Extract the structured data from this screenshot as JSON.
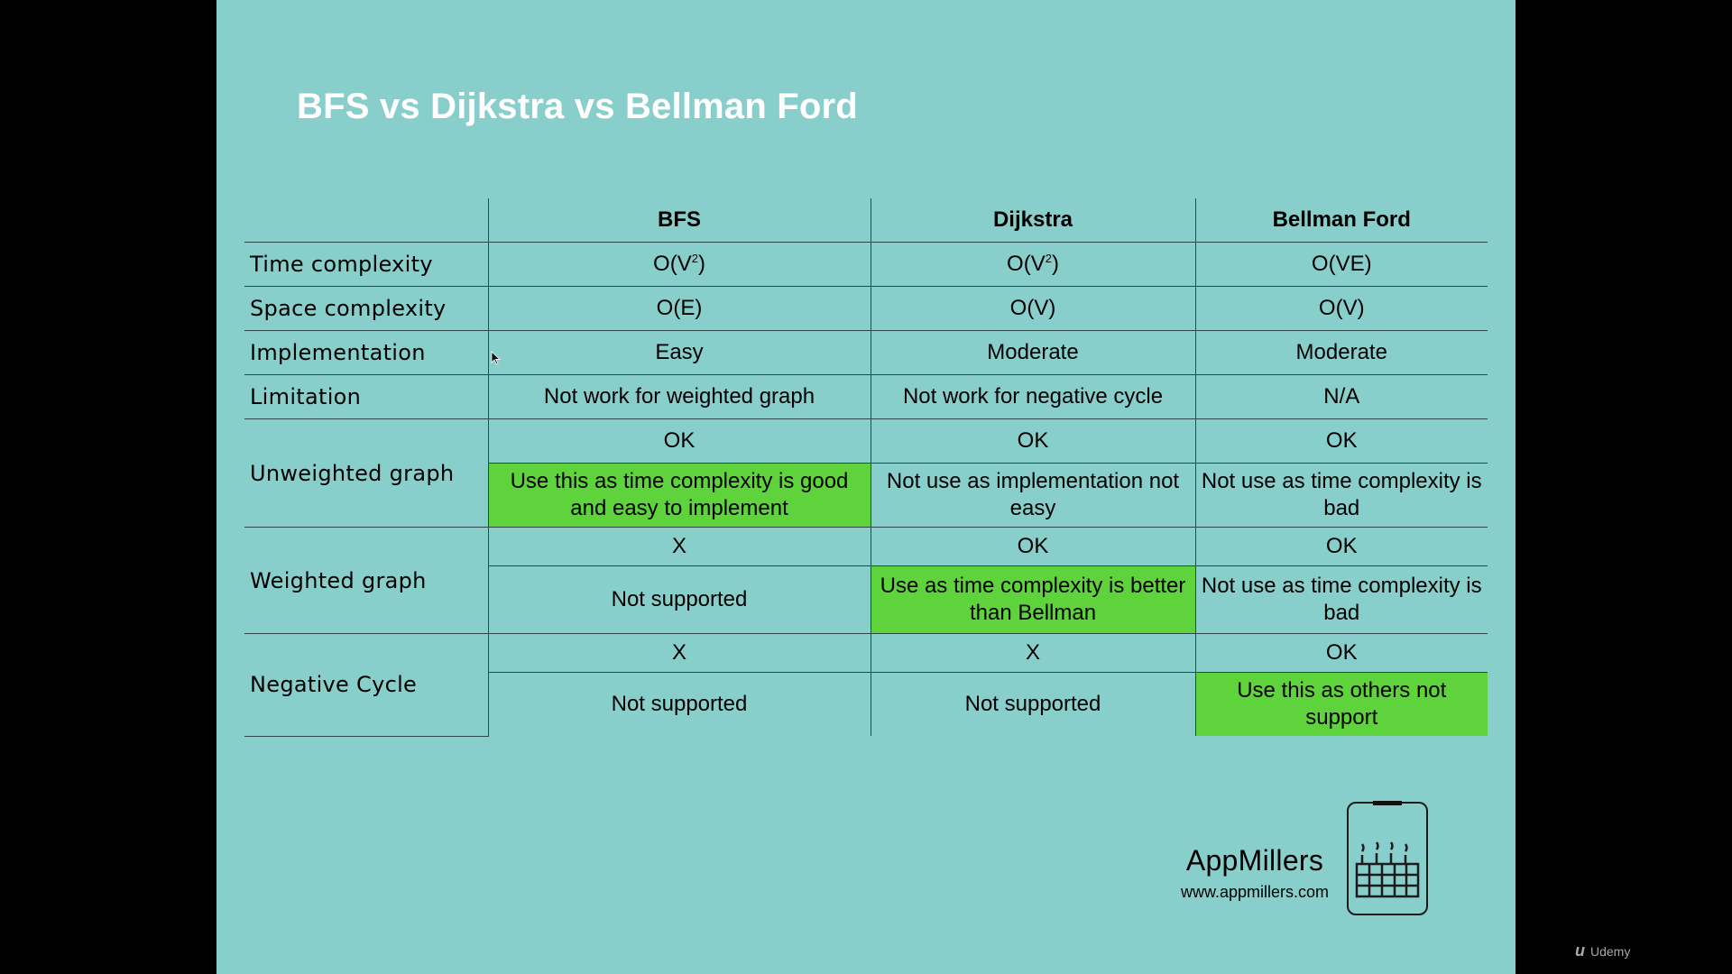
{
  "slide": {
    "title": "BFS vs Dijkstra vs Bellman Ford"
  },
  "table": {
    "headers": [
      "",
      "BFS",
      "Dijkstra",
      "Bellman Ford"
    ],
    "rows": {
      "time": {
        "label": "Time complexity",
        "bfs_base": "O(V",
        "bfs_exp": "2",
        "bfs_close": ")",
        "dijkstra_base": "O(V",
        "dijkstra_exp": "2",
        "dijkstra_close": ")",
        "bellman": "O(VE)"
      },
      "space": {
        "label": "Space complexity",
        "bfs": "O(E)",
        "dijkstra": "O(V)",
        "bellman": "O(V)"
      },
      "implementation": {
        "label": "Implementation",
        "bfs": "Easy",
        "dijkstra": "Moderate",
        "bellman": "Moderate"
      },
      "limitation": {
        "label": "Limitation",
        "bfs": "Not work for weighted graph",
        "dijkstra": "Not work for negative cycle",
        "bellman": "N/A"
      },
      "unweighted": {
        "label": "Unweighted graph",
        "bfs": "OK",
        "dijkstra": "OK",
        "bellman": "OK",
        "bfs_note": "Use this as time complexity is good and easy to implement",
        "dijkstra_note": "Not use as implementation not easy",
        "bellman_note": "Not use as time complexity is bad"
      },
      "weighted": {
        "label": "Weighted graph",
        "bfs": "X",
        "dijkstra": "OK",
        "bellman": "OK",
        "bfs_note": "Not supported",
        "dijkstra_note": "Use as time complexity is better than Bellman",
        "bellman_note": "Not use as time complexity is bad"
      },
      "negative": {
        "label": "Negative Cycle",
        "bfs": "X",
        "dijkstra": "X",
        "bellman": "OK",
        "bfs_note": "Not supported",
        "dijkstra_note": "Not supported",
        "bellman_note": "Use this as others not support"
      }
    },
    "highlight_color": "#5ed33b"
  },
  "brand": {
    "name": "AppMillers",
    "url": "www.appmillers.com"
  },
  "watermark": {
    "logo_glyph": "u",
    "text": "Udemy"
  },
  "colors": {
    "slide_background": "#88cfcb",
    "title": "#ffffff",
    "letterbox": "#000000"
  },
  "icons": {
    "cursor": "mouse-pointer-icon",
    "logo": "phone-factory-icon"
  }
}
